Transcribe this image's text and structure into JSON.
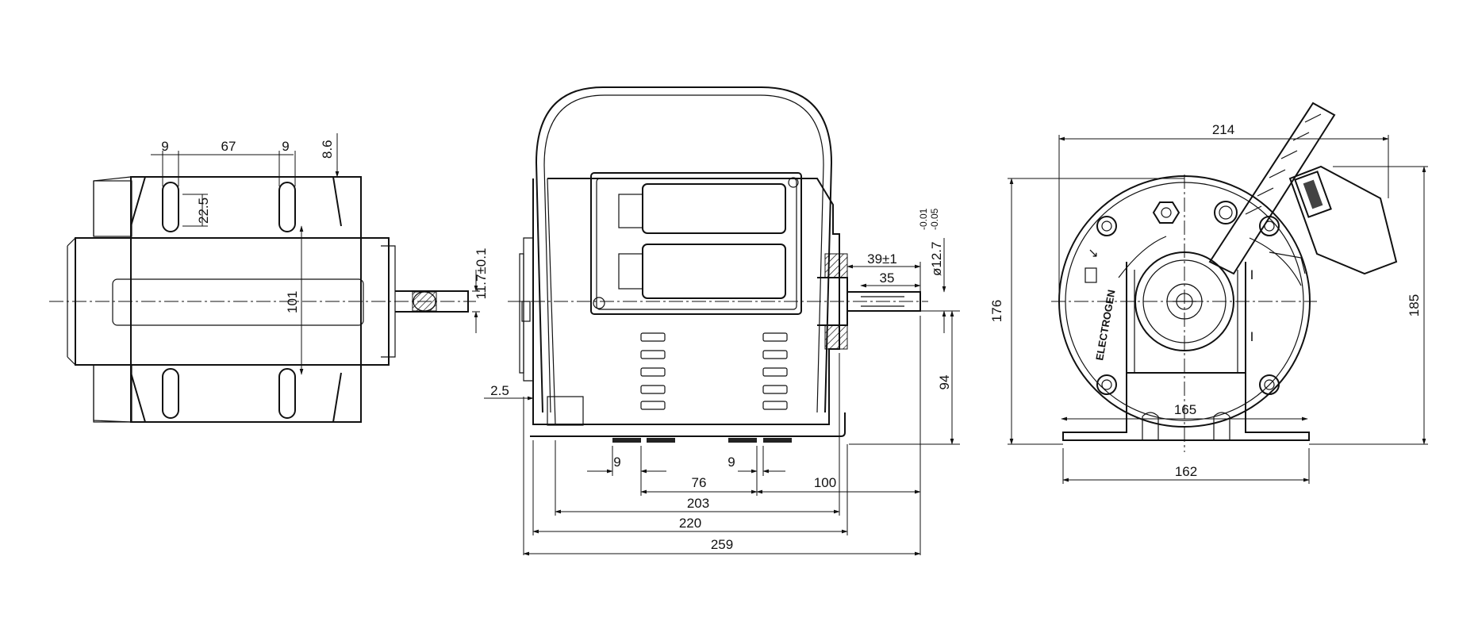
{
  "views": {
    "left": {
      "dims": {
        "slot_w_a": "9",
        "slot_pitch": "67",
        "slot_w_b": "9",
        "top_offset": "8.6",
        "slot_len": "22.5",
        "mount_span": "101",
        "shaft_center": "11.7±0.1"
      }
    },
    "front": {
      "dims": {
        "shaft_len": "39±1",
        "key_len": "35",
        "shaft_dia": "ø12.7",
        "shaft_tol_upper": "-0.01",
        "shaft_tol_lower": "-0.05",
        "center_height": "94",
        "rim": "2.5",
        "foot_a": "9",
        "foot_b": "9",
        "foot_pitch": "76",
        "shaft_to_foot": "100",
        "overall_203": "203",
        "overall_220": "220",
        "overall_259": "259"
      }
    },
    "right": {
      "brand": "ELECTROGEN",
      "mark_1": "I",
      "mark_2": "I",
      "dims": {
        "width_top": "214",
        "height_left": "176",
        "height_right": "185",
        "inner_width": "165",
        "base_width": "162"
      }
    }
  }
}
